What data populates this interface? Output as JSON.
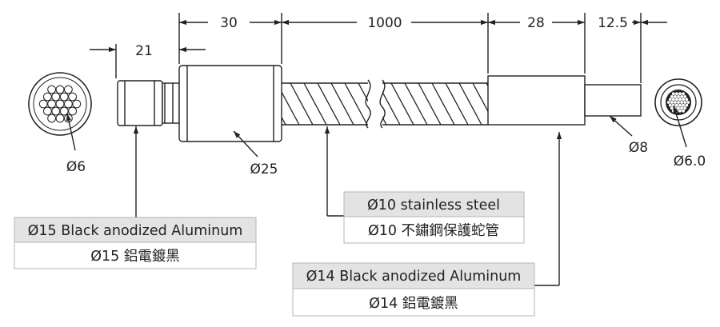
{
  "dimensions": {
    "d21": "21",
    "d30": "30",
    "d1000": "1000",
    "d28": "28",
    "d12_5": "12.5"
  },
  "diameters": {
    "left_bundle": "Ø6",
    "sleeve": "Ø25",
    "tip": "Ø8",
    "right_bundle": "Ø6.0"
  },
  "callouts": {
    "steel": {
      "en": "Ø10 stainless steel",
      "zh": "Ø10 不鏽鋼保護蛇管"
    },
    "alu15": {
      "en": "Ø15 Black anodized Aluminum",
      "zh": "Ø15 鋁電鍍黑"
    },
    "alu14": {
      "en": "Ø14 Black anodized Aluminum",
      "zh": "Ø14 鋁電鍍黑"
    }
  },
  "colors": {
    "line": "#222222",
    "label_header": "#e3e3e3",
    "label_border": "#b4b4b4"
  }
}
